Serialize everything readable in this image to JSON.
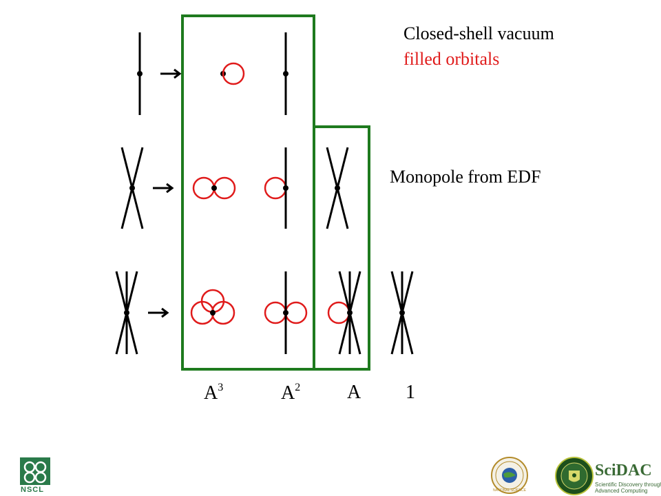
{
  "colors": {
    "box": "#1e7a1e",
    "orbital": "#e01b1b",
    "line": "#000000",
    "nscl": "#2a7a4a",
    "scidac": "#3a6a35"
  },
  "notes": {
    "vacuum": "Closed-shell  vacuum",
    "orbitals": "filled orbitals",
    "monopole": "Monopole from EDF"
  },
  "columns": [
    {
      "base": "A",
      "exp": "3"
    },
    {
      "base": "A",
      "exp": "2"
    },
    {
      "base": "A",
      "exp": ""
    },
    {
      "base": "1",
      "exp": ""
    }
  ],
  "logos": {
    "nscl": "NSCL",
    "nsf_ring": "NATIONAL SCIENCE FOUNDATION",
    "scidac_title": "SciDAC",
    "scidac_sub1": "Scientific Discovery through",
    "scidac_sub2": "Advanced Computing"
  },
  "icons": [
    "arrow-icon",
    "vertex-icon",
    "orbital-loop-icon"
  ]
}
